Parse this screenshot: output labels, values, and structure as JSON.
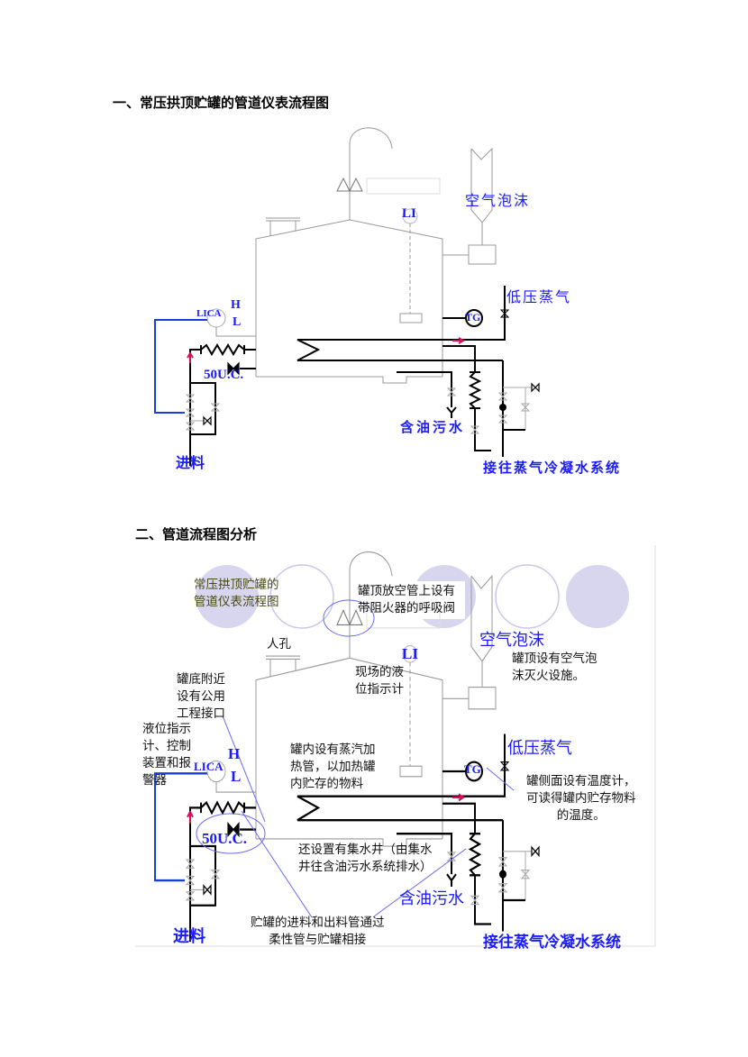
{
  "headings": {
    "section1": "一、常压拱顶贮罐的管道仪表流程图",
    "section2": "二、管道流程图分析"
  },
  "diagram_labels": {
    "li": "LI",
    "air_foam": "空气泡沫",
    "low_pressure_steam": "低压蒸气",
    "lica": "LICA",
    "high": "H",
    "low": "L",
    "tg": "TG",
    "utility_connection": "50U.C.",
    "oily_wastewater": "含油污水",
    "feed": "进料",
    "to_condensate_system": "接往蒸气冷凝水系统",
    "manhole": "人孔"
  },
  "annotations": {
    "title": "常压拱顶贮罐的\n管道仪表流程图",
    "breather_valve": "罐顶放空管上设有\n带阻火器的呼吸阀",
    "foam_facility": "罐顶设有空气泡\n沫灭火设施。",
    "utility": "罐底附近\n设有公用\n工程接口",
    "level_control": "液位指示\n计、控制\n装置和报\n警器",
    "level_gauge": "现场的液\n位指示计",
    "heating_coil": "罐内设有蒸汽加\n热管，以加热罐\n内贮存的物料",
    "thermometer": "罐侧面设有温度计，\n可读得罐内贮存物料\n的温度。",
    "sump": "还设置有集水井（由集水\n井往含油污水系统排水）",
    "flexible_pipe": "贮罐的进料和出料管通过\n柔性管与贮罐相接"
  },
  "colors": {
    "label_blue": "#1a1aff",
    "instrument_line_blue": "#1a3fd6",
    "flow_arrow_red": "#d0105a",
    "highlight_circle": "#d8d6ee",
    "callout_line": "#6a6aee",
    "title_olive": "#4a4a10"
  }
}
